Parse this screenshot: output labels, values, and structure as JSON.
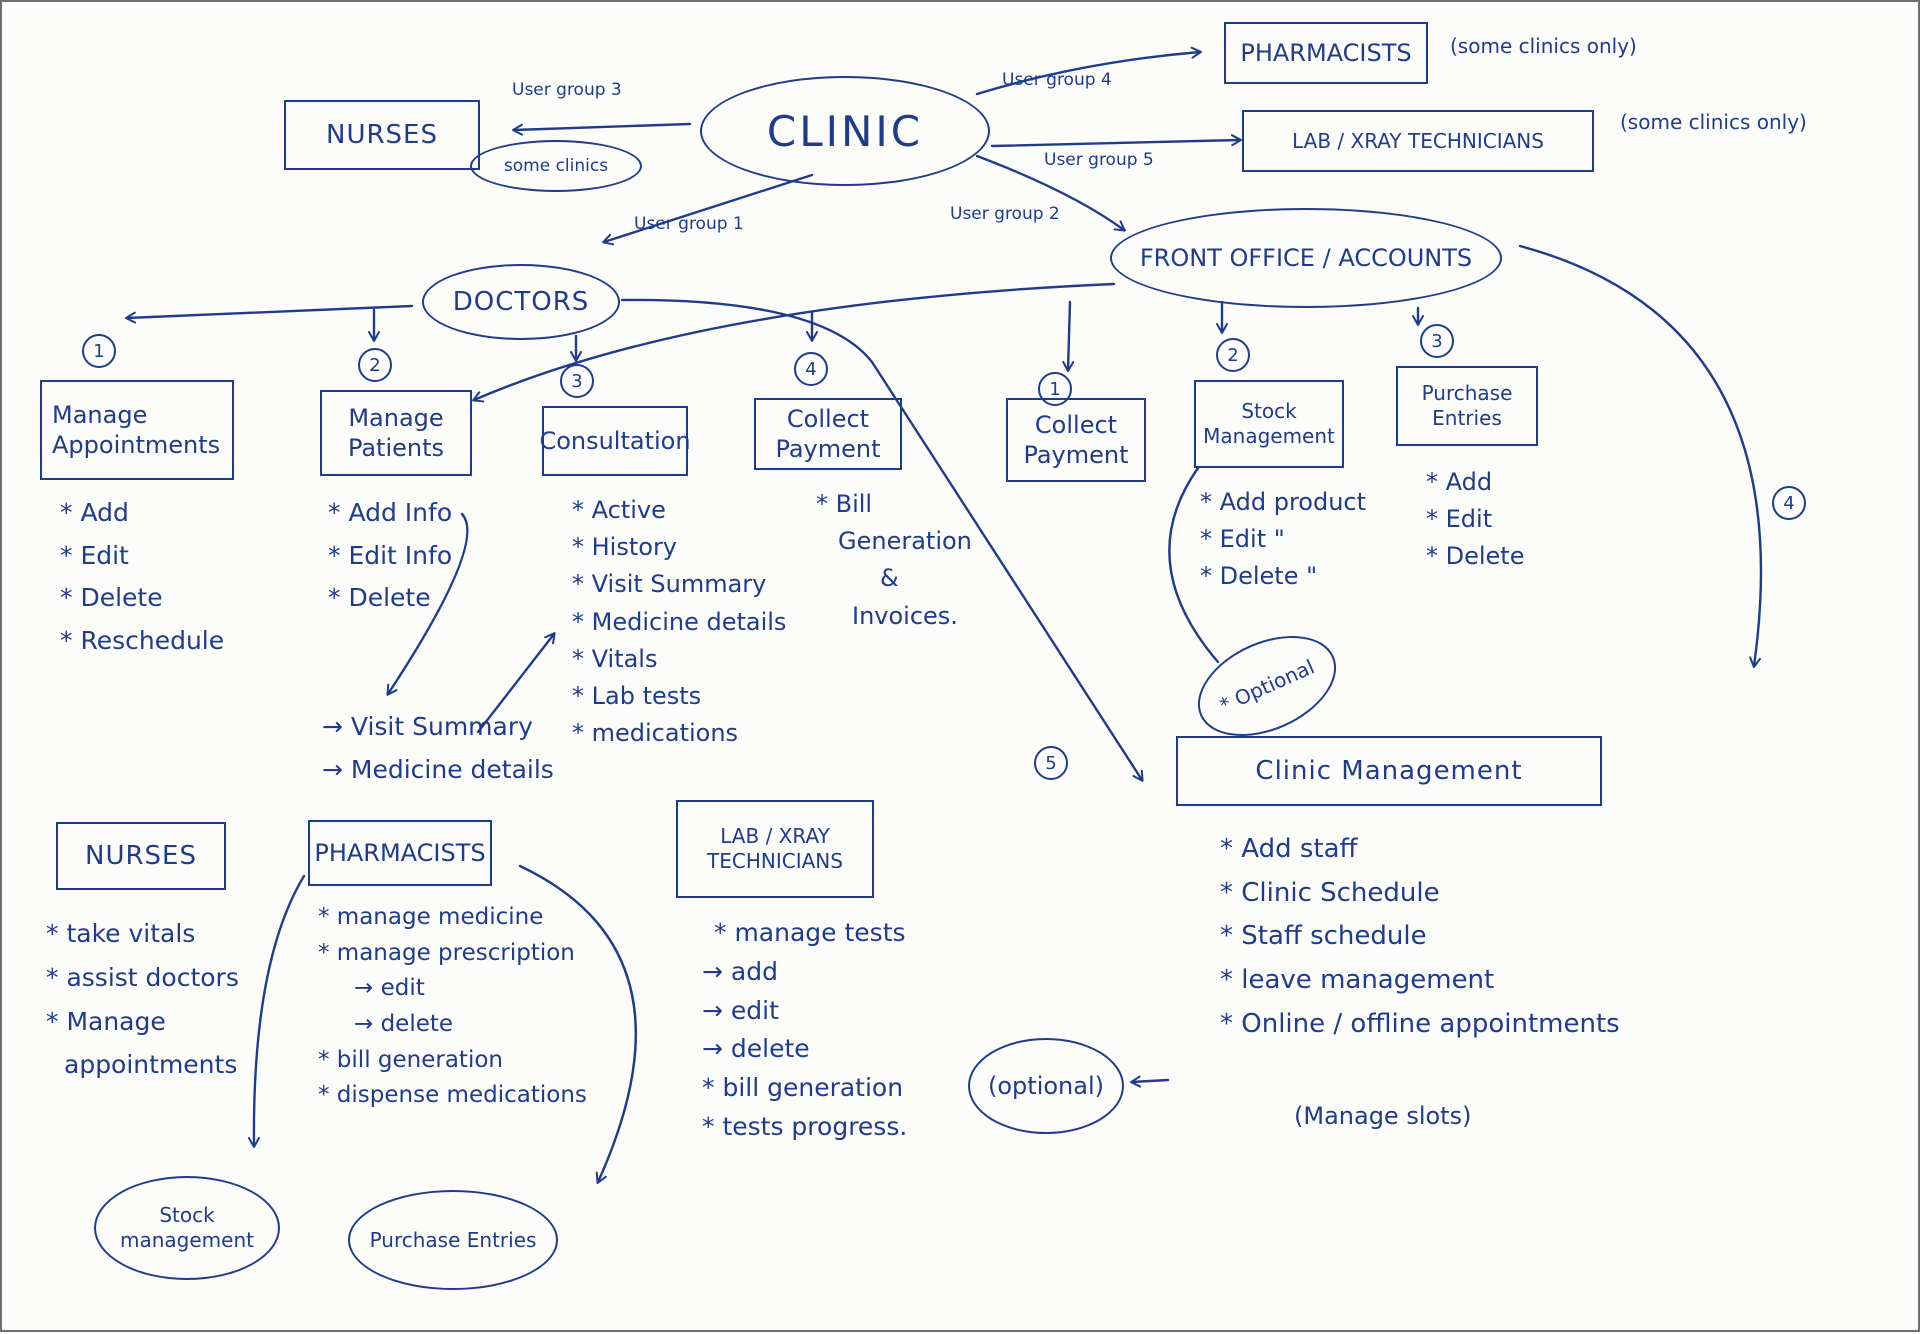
{
  "clinic": "CLINIC",
  "user_groups": {
    "g1": "User group 1",
    "g2": "User group 2",
    "g3": "User group 3",
    "g4": "User group 4",
    "g5": "User group 5"
  },
  "top": {
    "nurses": "NURSES",
    "some_clinics": "some clinics",
    "pharmacists": "PHARMACISTS",
    "pharm_note": "(some clinics only)",
    "lab": "LAB / XRAY TECHNICIANS",
    "lab_note": "(some clinics only)",
    "doctors": "DOCTORS",
    "front_office": "FRONT OFFICE / ACCOUNTS"
  },
  "numbers": {
    "one": "1",
    "two": "2",
    "three": "3",
    "four": "4",
    "five": "5"
  },
  "doctors": {
    "manage_appointments": {
      "title": "Manage Appointments",
      "items": [
        "* Add",
        "* Edit",
        "* Delete",
        "* Reschedule"
      ]
    },
    "manage_patients": {
      "title": "Manage Patients",
      "items": [
        "* Add Info",
        "* Edit Info",
        "* Delete"
      ],
      "sub": [
        "→ Visit Summary",
        "→ Medicine details"
      ]
    },
    "consultation": {
      "title": "Consultation",
      "items": [
        "* Active",
        "* History",
        "* Visit Summary",
        "* Medicine details",
        "* Vitals",
        "* Lab tests",
        "* medications"
      ]
    },
    "collect_payment": {
      "title": "Collect Payment",
      "items": [
        "* Bill",
        "Generation",
        "&",
        "Invoices."
      ]
    }
  },
  "front": {
    "collect_payment": {
      "title": "Collect Payment"
    },
    "stock": {
      "title": "Stock Management",
      "items": [
        "* Add product",
        "* Edit \"",
        "* Delete \""
      ],
      "optional": "* Optional"
    },
    "purchase": {
      "title": "Purchase Entries",
      "items": [
        "* Add",
        "* Edit",
        "* Delete"
      ]
    }
  },
  "clinic_mgmt": {
    "title": "Clinic Management",
    "items": [
      "* Add staff",
      "* Clinic Schedule",
      "* Staff schedule",
      "* leave management",
      "* Online / offline appointments"
    ],
    "manage_slots": "(Manage slots)",
    "optional": "(optional)"
  },
  "nurses_section": {
    "title": "NURSES",
    "items": [
      "* take vitals",
      "* assist doctors",
      "* Manage",
      "appointments"
    ]
  },
  "pharmacists_section": {
    "title": "PHARMACISTS",
    "items": [
      "* manage medicine",
      "* manage prescription",
      "→ edit",
      "→ delete",
      "* bill generation",
      "* dispense medications"
    ],
    "stock": "Stock management",
    "purchase": "Purchase Entries"
  },
  "lab_section": {
    "title": "LAB / XRAY TECHNICIANS",
    "items": [
      "* manage tests",
      "→ add",
      "→ edit",
      "→ delete",
      "* bill generation",
      "* tests progress."
    ]
  }
}
